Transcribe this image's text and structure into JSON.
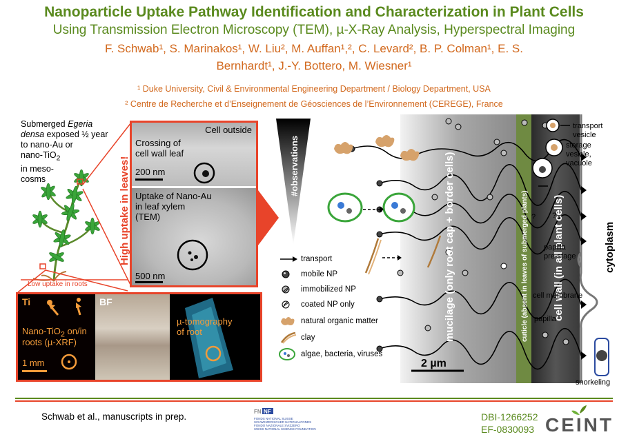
{
  "header": {
    "title": "Nanoparticle Uptake Pathway Identification and Characterization in Plant Cells",
    "subtitle": "Using Transmission Electron Microscopy (TEM), µ-X-Ray Analysis, Hyperspectral Imaging",
    "authors_line1": "F. Schwab¹, S. Marinakos¹, W. Liu², M. Auffan¹,², C. Levard², B. P. Colman¹, E. S.",
    "authors_line2": "Bernhardt¹, J.-Y. Bottero, M. Wiesner¹",
    "affiliation1": "¹ Duke University, Civil & Environmental Engineering Department / Biology Department, USA",
    "affiliation2": "² Centre de Recherche et d’Enseignement de Géosciences de l’Environnement (CEREGE), France"
  },
  "plant_panel": {
    "line1": "Submerged ",
    "species": "Egeria",
    "line2": "densa",
    "line2b": " exposed ½ year",
    "line3": "to nano-Au or",
    "line4": "nano-TiO",
    "line4_sub": "2",
    "line5": "in meso-",
    "line6": "cosms",
    "low_uptake": "Low uptake in roots",
    "high_uptake": "High uptake in leaves!"
  },
  "tem_panels": {
    "top": {
      "label_right": "Cell outside",
      "label_line1": "Crossing of",
      "label_line2": "cell wall leaf",
      "scale": "200 nm"
    },
    "bottom": {
      "label_line1": "Uptake of Nano-Au",
      "label_line2": "in leaf xylem",
      "label_line3": "(TEM)",
      "scale": "500 nm"
    }
  },
  "xrf_panel": {
    "element": "Ti",
    "caption_line1": "Nano-TiO",
    "caption_sub": "2",
    "caption_line1b": " on/in",
    "caption_line2": "roots (µ-XRF)",
    "scale": "1 mm",
    "bf_label": "BF",
    "tomo_line1": "µ-tomography",
    "tomo_line2": "of root"
  },
  "observations_label": "#observations",
  "legend": [
    {
      "symbol": "arrow",
      "label": "transport"
    },
    {
      "symbol": "mobile-np",
      "label": "mobile NP"
    },
    {
      "symbol": "immobilized-np",
      "label": "immobilized NP"
    },
    {
      "symbol": "coated-np",
      "label": "coated NP only"
    },
    {
      "symbol": "nom",
      "label": "natural organic matter"
    },
    {
      "symbol": "clay",
      "label": "clay"
    },
    {
      "symbol": "algae",
      "label": "algae, bacteria, viruses"
    }
  ],
  "diagram": {
    "mucilage": "mucilage (only root cap + border cells)",
    "cuticle": "cuticle (absent in leaves of submerged plants)",
    "cell_wall": "cell wall (in all plant cells)",
    "scale": "2 µm",
    "cytoplasm": "cytoplasm",
    "transport_vesicle": [
      "transport",
      "vesicle"
    ],
    "storage_vesicle": [
      "storage",
      "vesicle,",
      "vacuole"
    ],
    "question": "?",
    "papilla_prestage": [
      "papilla",
      "pre-stage"
    ],
    "cell_membrane": "cell membrane",
    "papilla": "papilla",
    "snorkeling": "snorkeling"
  },
  "footer": {
    "citation": "Schwab et al., manuscripts in prep.",
    "snf_lines": [
      "FONDS NATIONAL SUISSE",
      "SCHWEIZERISCHER NATIONALFONDS",
      "FONDO NAZIONALE SVIZZERO",
      "SWISS NATIONAL SCIENCE FOUNDATION"
    ],
    "snf_mark_left": "FN",
    "snf_mark_right": "NF",
    "award1": "DBI-1266252",
    "award2": "EF-0830093",
    "ceint": "CEINT"
  },
  "colors": {
    "title_green": "#5a8a1e",
    "author_orange": "#d2691e",
    "frame_red": "#e8442a",
    "caption_orange": "#f39b3a"
  }
}
